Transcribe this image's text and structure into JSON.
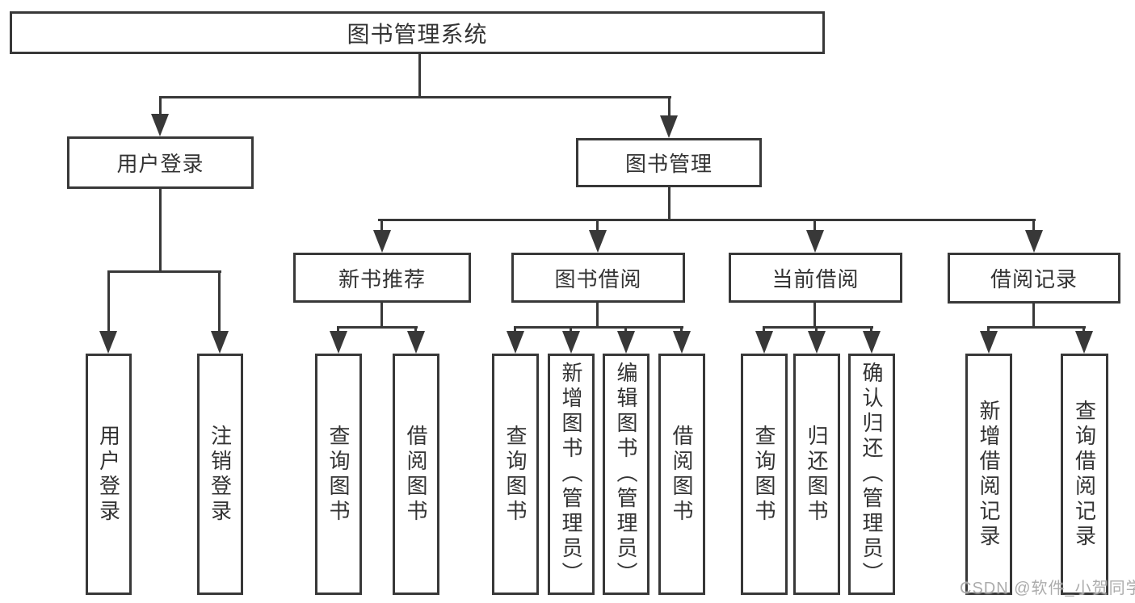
{
  "diagram": {
    "root": {
      "label": "图书管理系统"
    },
    "user_login": {
      "label": "用户登录",
      "children": [
        {
          "label": "用户登录"
        },
        {
          "label": "注销登录"
        }
      ]
    },
    "book_mgmt": {
      "label": "图书管理",
      "children": [
        {
          "label": "新书推荐",
          "children": [
            {
              "label": "查询图书"
            },
            {
              "label": "借阅图书"
            }
          ]
        },
        {
          "label": "图书借阅",
          "children": [
            {
              "label": "查询图书"
            },
            {
              "label": "新增图书（管理员）"
            },
            {
              "label": "编辑图书（管理员）"
            },
            {
              "label": "借阅图书"
            }
          ]
        },
        {
          "label": "当前借阅",
          "children": [
            {
              "label": "查询图书"
            },
            {
              "label": "归还图书"
            },
            {
              "label": "确认归还（管理员）"
            }
          ]
        },
        {
          "label": "借阅记录",
          "children": [
            {
              "label": "新增借阅记录"
            },
            {
              "label": "查询借阅记录"
            }
          ]
        }
      ]
    }
  },
  "watermark": {
    "text": "CSDN @软件_小贺同学"
  },
  "colors": {
    "line": "#383838",
    "text": "#333333",
    "watermark": "#a8a8a8",
    "background": "#ffffff"
  }
}
